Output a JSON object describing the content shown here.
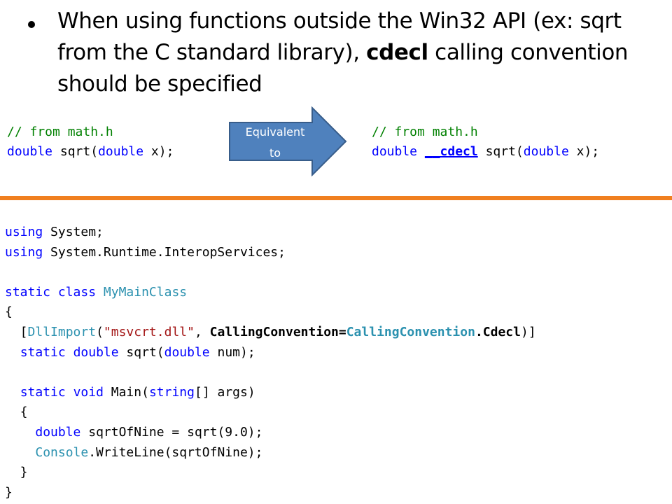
{
  "bullet": {
    "text_before": "When using functions outside the Win32 API (ex: sqrt from the C standard library), ",
    "bold_word": "cdecl",
    "text_after": " calling convention should be specified"
  },
  "arrow": {
    "line1": "Equivalent",
    "line2": "to",
    "fill_color": "#4f81bd",
    "stroke_color": "#385d8a"
  },
  "snippet_left": {
    "comment": "// from math.h",
    "kw_double": "double",
    "rest": " sqrt(",
    "kw_double2": "double",
    "rest2": " x);"
  },
  "snippet_right": {
    "comment": "// from math.h",
    "kw_double": "double",
    "sp": " ",
    "cdecl": "__cdecl",
    "rest": " sqrt(",
    "kw_double2": "double",
    "rest2": " x);"
  },
  "divider_color": "#f07f1f",
  "code": {
    "l1_kw": "using",
    "l1_rest": " System;",
    "l2_kw": "using",
    "l2_rest": " System.Runtime.InteropServices;",
    "l4_kw1": "static",
    "l4_kw2": "class",
    "l4_type": "MyMainClass",
    "l5": "{",
    "l6_open": "  [",
    "l6_attr": "DllImport",
    "l6_paren": "(",
    "l6_str": "\"msvcrt.dll\"",
    "l6_comma": ", ",
    "l6_cc": "CallingConvention",
    "l6_eq": "=",
    "l6_cc_type": "CallingConvention",
    "l6_dot": ".",
    "l6_cdecl": "Cdecl",
    "l6_close": ")]",
    "l7_indent": "  ",
    "l7_kw1": "static",
    "l7_kw2": "double",
    "l7_mid": " sqrt(",
    "l7_kw3": "double",
    "l7_end": " num);",
    "l9_indent": "  ",
    "l9_kw1": "static",
    "l9_kw2": "void",
    "l9_mid": " Main(",
    "l9_kw3": "string",
    "l9_end": "[] args)",
    "l10": "  {",
    "l11_indent": "    ",
    "l11_kw": "double",
    "l11_rest": " sqrtOfNine = sqrt(9.0);",
    "l12_indent": "    ",
    "l12_type": "Console",
    "l12_rest": ".WriteLine(sqrtOfNine);",
    "l13": "  }",
    "l14": "}"
  }
}
